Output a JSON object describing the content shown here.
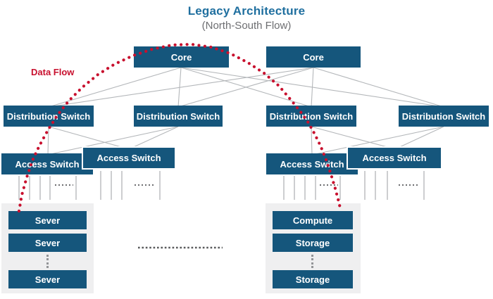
{
  "title": "Legacy Architecture",
  "subtitle": "(North-South Flow)",
  "flow": {
    "label": "Data Flow",
    "color": "#C8102E"
  },
  "core_nodes": [
    {
      "label": "Core"
    },
    {
      "label": "Core"
    }
  ],
  "distribution_nodes": [
    {
      "label": "Distribution Switch"
    },
    {
      "label": "Distribution Switch"
    },
    {
      "label": "Distribution Switch"
    },
    {
      "label": "Distribution Switch"
    }
  ],
  "access_nodes": [
    {
      "label": "Access Switch"
    },
    {
      "label": "Access Switch"
    },
    {
      "label": "Access Switch"
    },
    {
      "label": "Access Switch"
    }
  ],
  "racks": {
    "left": {
      "items": [
        {
          "label": "Sever"
        },
        {
          "label": "Sever"
        },
        {
          "label": "Sever"
        }
      ]
    },
    "right": {
      "items": [
        {
          "label": "Compute"
        },
        {
          "label": "Storage"
        },
        {
          "label": "Storage"
        }
      ]
    }
  },
  "colors": {
    "node_blue": "#15567C",
    "title_blue": "#1F6F9F",
    "subtitle_gray": "#6D6E71",
    "flow_red": "#C8102E",
    "connector_gray": "#B4B7BA",
    "panel_gray": "#EFEFF0"
  }
}
